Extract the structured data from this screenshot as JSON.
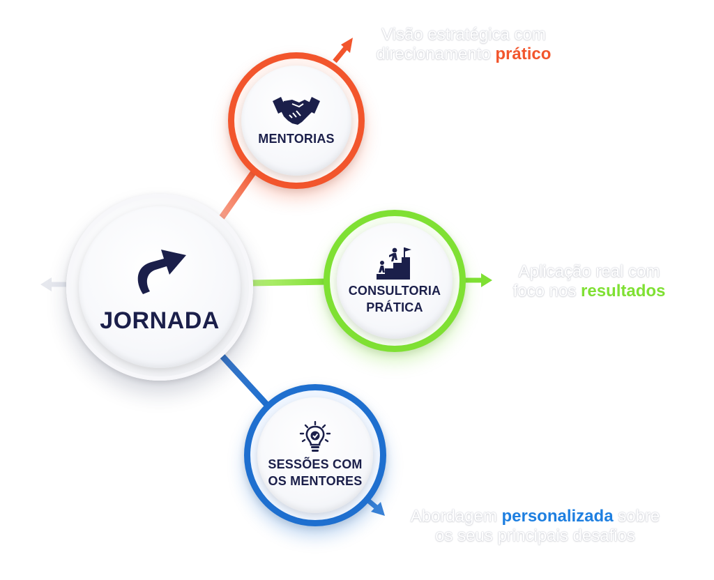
{
  "hub": {
    "label": "JORNADA",
    "icon": "curved-arrow-icon"
  },
  "nodes": {
    "mentorias": {
      "label": "MENTORIAS",
      "icon": "handshake-icon",
      "color": "#f2552c"
    },
    "consultoria": {
      "label_line1": "CONSULTORIA",
      "label_line2": "PRÁTICA",
      "icon": "climbing-steps-flag-icon",
      "color": "#7fe033"
    },
    "sessoes": {
      "label_line1": "SESSÕES COM",
      "label_line2": "OS MENTORES",
      "icon": "lightbulb-check-icon",
      "color": "#1e6fcf"
    }
  },
  "captions": {
    "mentorias": {
      "line1": "Visão estratégica com",
      "line2_pre": "direcionamento ",
      "highlight": "prático"
    },
    "consultoria": {
      "line1": "Aplicação real com",
      "line2_pre": "foco nos ",
      "highlight": "resultados"
    },
    "sessoes": {
      "line1_pre": "Abordagem ",
      "highlight": "personalizada",
      "line1_post": " sobre",
      "line2": "os seus principais desafios"
    }
  },
  "colors": {
    "text_dark": "#1b1f4a",
    "orange": "#f2552c",
    "green": "#7fe033",
    "blue": "#1e6fcf"
  }
}
